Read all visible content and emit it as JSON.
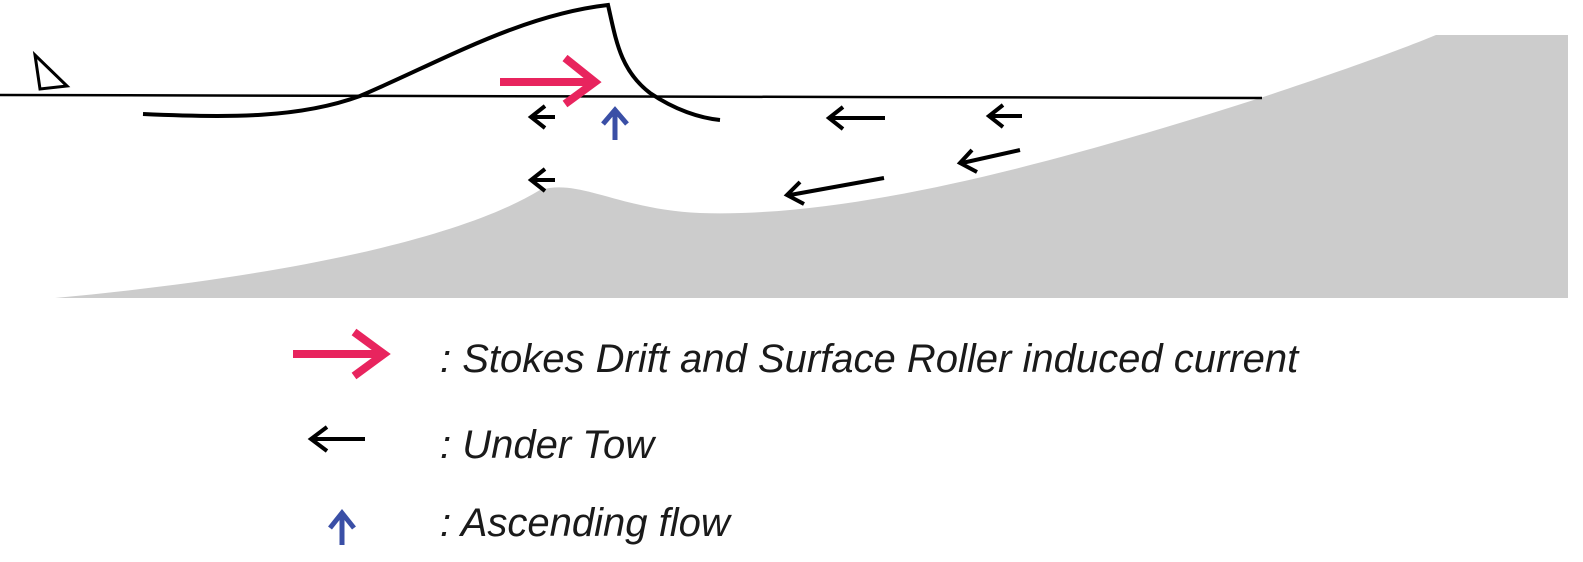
{
  "colors": {
    "seabed": "#cccccc",
    "wave_line": "#000000",
    "stokes_drift_arrow": "#e8245e",
    "undertow_arrow": "#000000",
    "ascending_flow_arrow": "#3a4fa6"
  },
  "icons": {
    "water_level": "water-level-triangle-icon",
    "stokes_drift": "pink-right-arrow-icon",
    "undertow": "black-left-arrow-icon",
    "ascending_flow": "blue-up-arrow-icon"
  },
  "legend": {
    "stokes_drift_label": ": Stokes Drift and Surface Roller induced current",
    "undertow_label": ": Under Tow",
    "ascending_flow_label": ": Ascending flow"
  }
}
